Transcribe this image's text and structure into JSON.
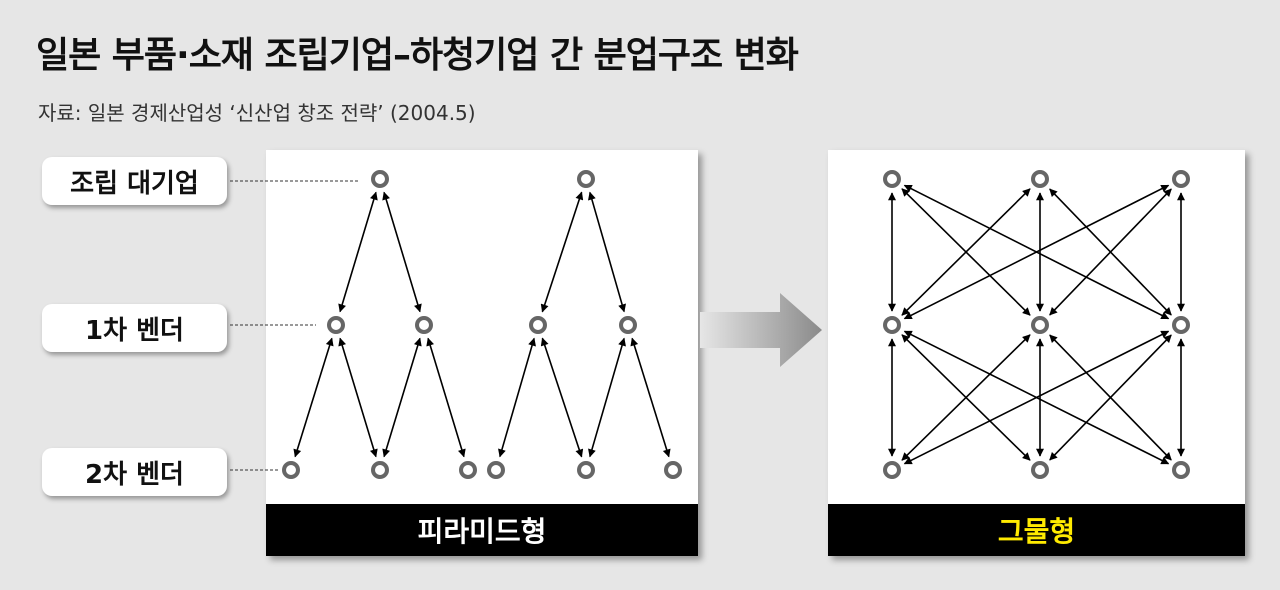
{
  "title": "일본 부품·소재 조립기업–하청기업 간 분업구조 변화",
  "source": "자료: 일본 경제산업성 ‘신산업 창조 전략’ (2004.5)",
  "levels": [
    "조립 대기업",
    "1차 벤더",
    "2차 벤더"
  ],
  "pyramid_label": "피라미드형",
  "network_label": "그물형",
  "colors": {
    "node_stroke": "#666666",
    "arrow": "#000000",
    "flow_arrow": "#8a8a8a",
    "network_label": "#ffea00"
  }
}
